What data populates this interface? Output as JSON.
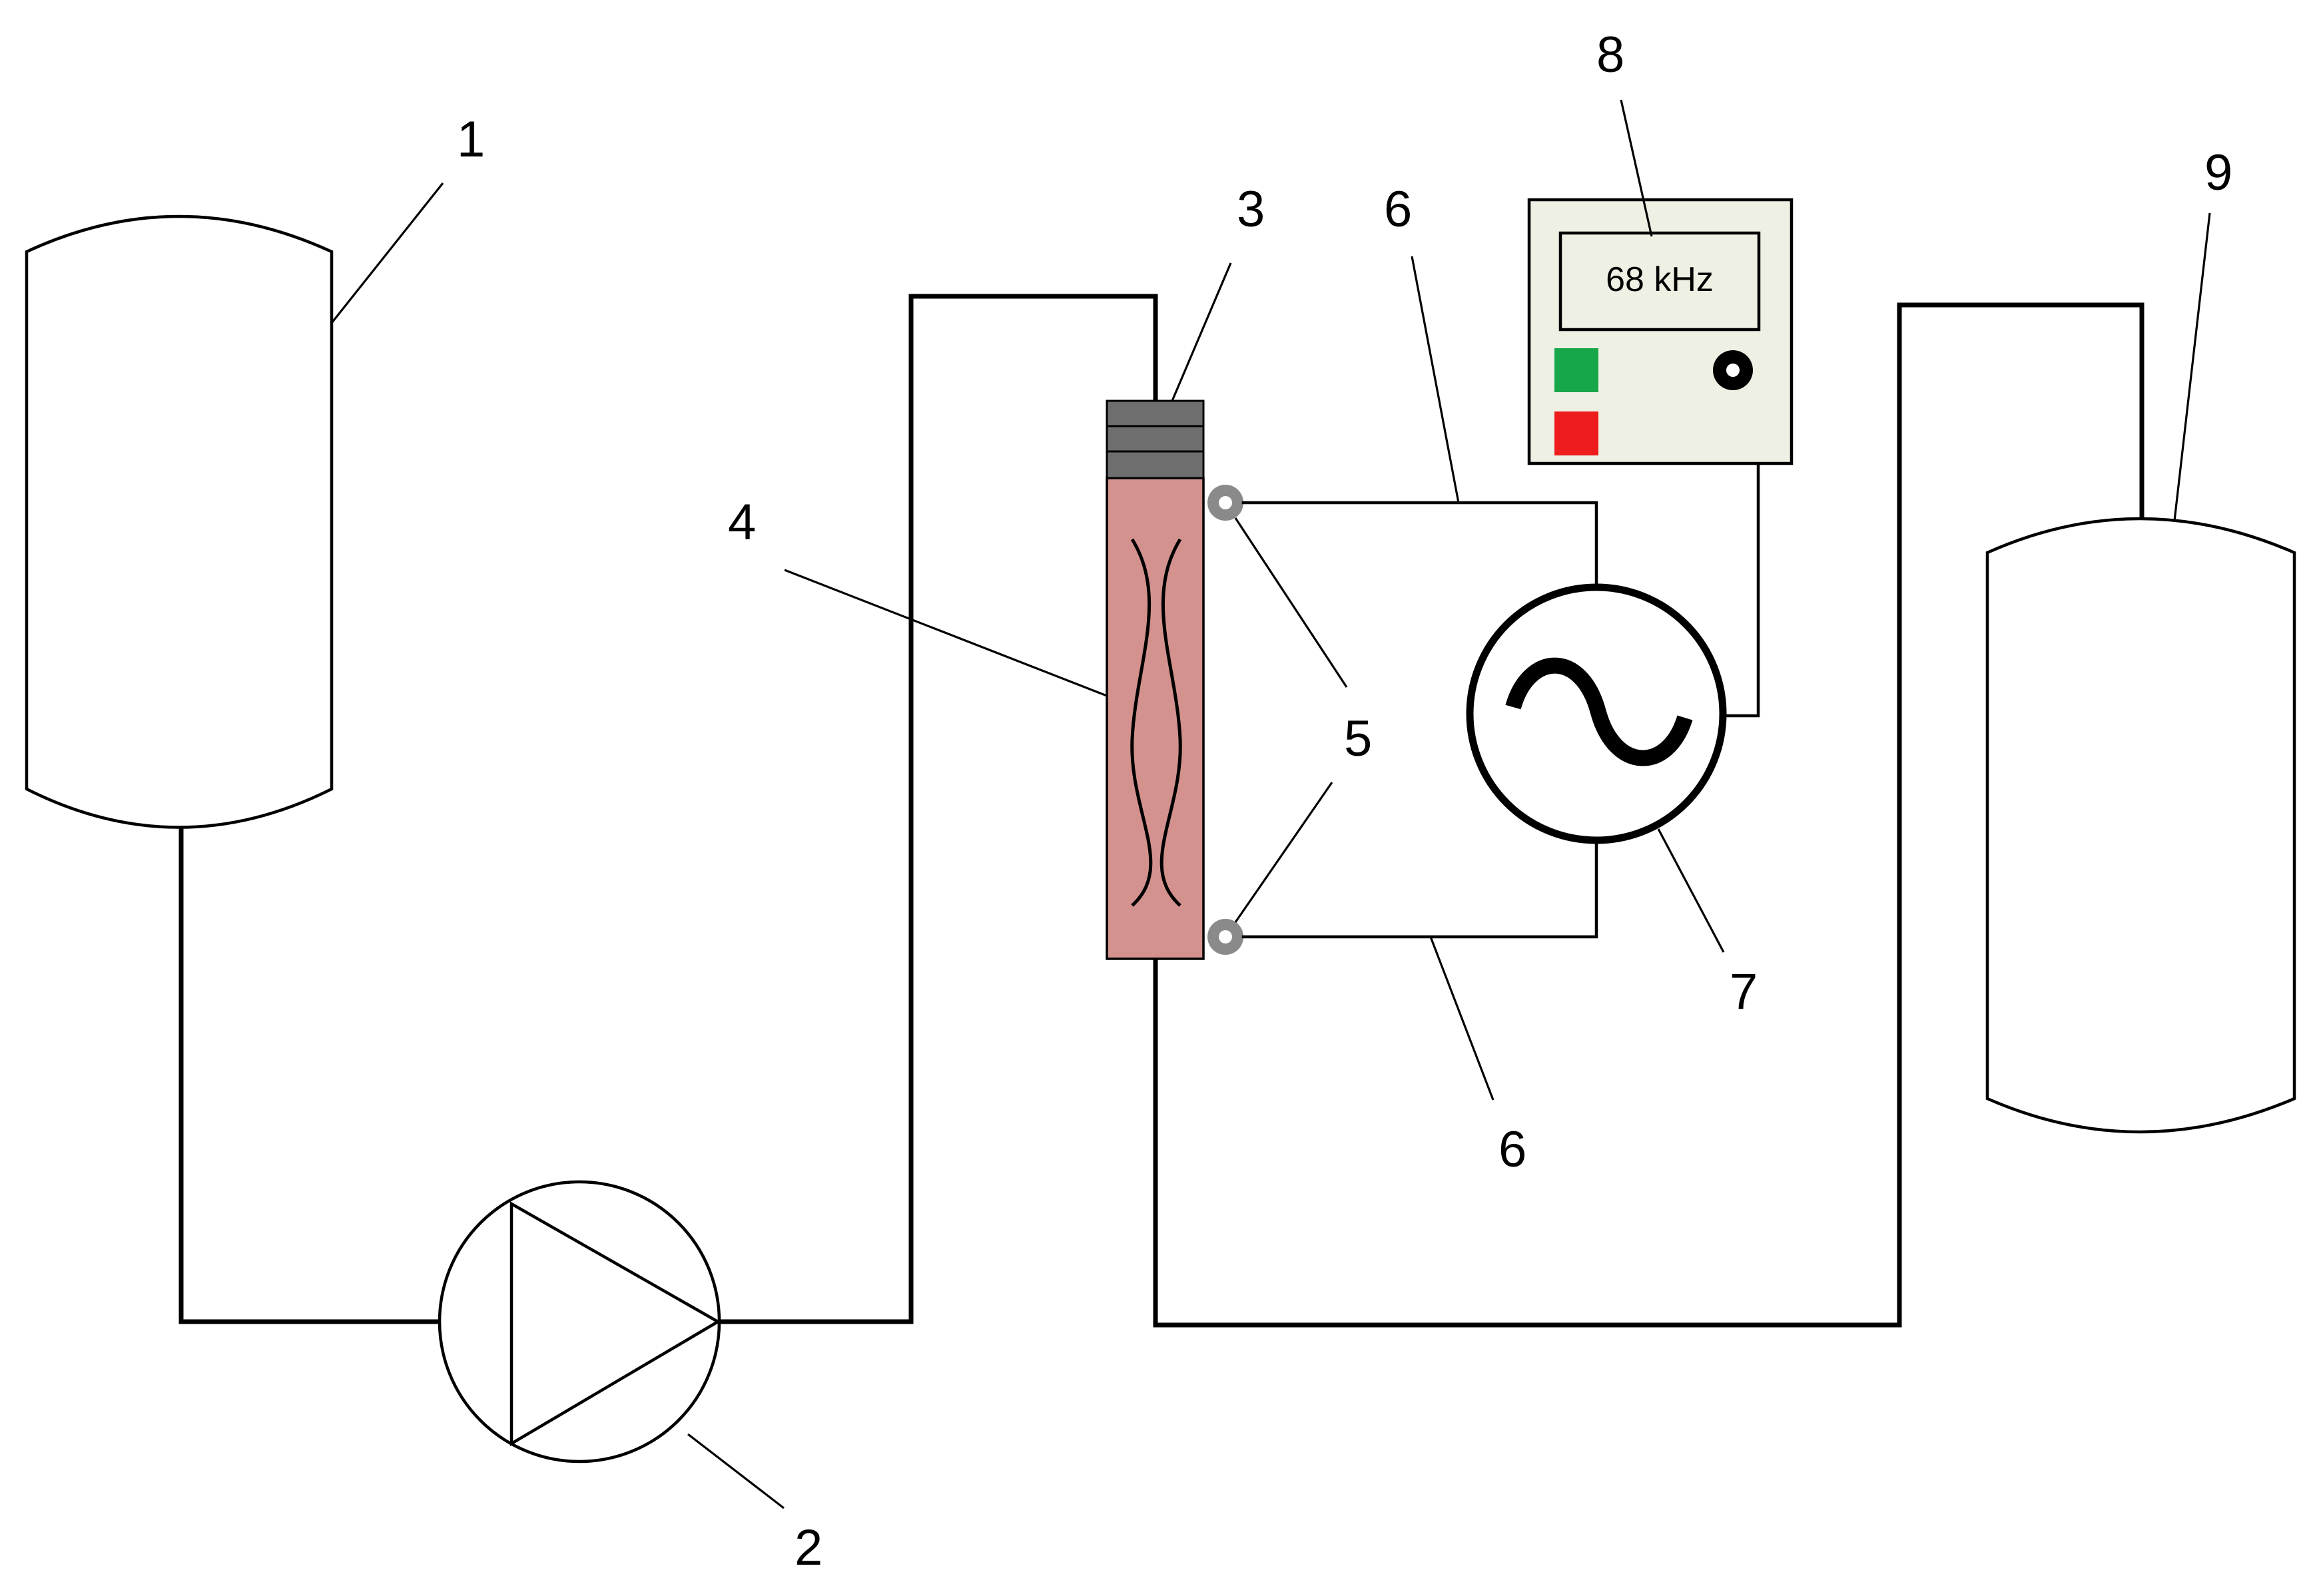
{
  "labels": {
    "tank_in": "1",
    "pump": "2",
    "cap": "3",
    "tube": "4",
    "electrodes": "5",
    "wire": "6",
    "generator": "7",
    "meter": "8",
    "tank_out": "9"
  },
  "meter": {
    "display": "68 kHz"
  },
  "colors": {
    "tube_fill": "#d4928e",
    "cap_fill": "#6e6e6e",
    "panel_fill": "#eef0e4",
    "indicator_green": "#18a64a",
    "indicator_red": "#ee1c1c",
    "electrode": "#8a8a8a"
  }
}
